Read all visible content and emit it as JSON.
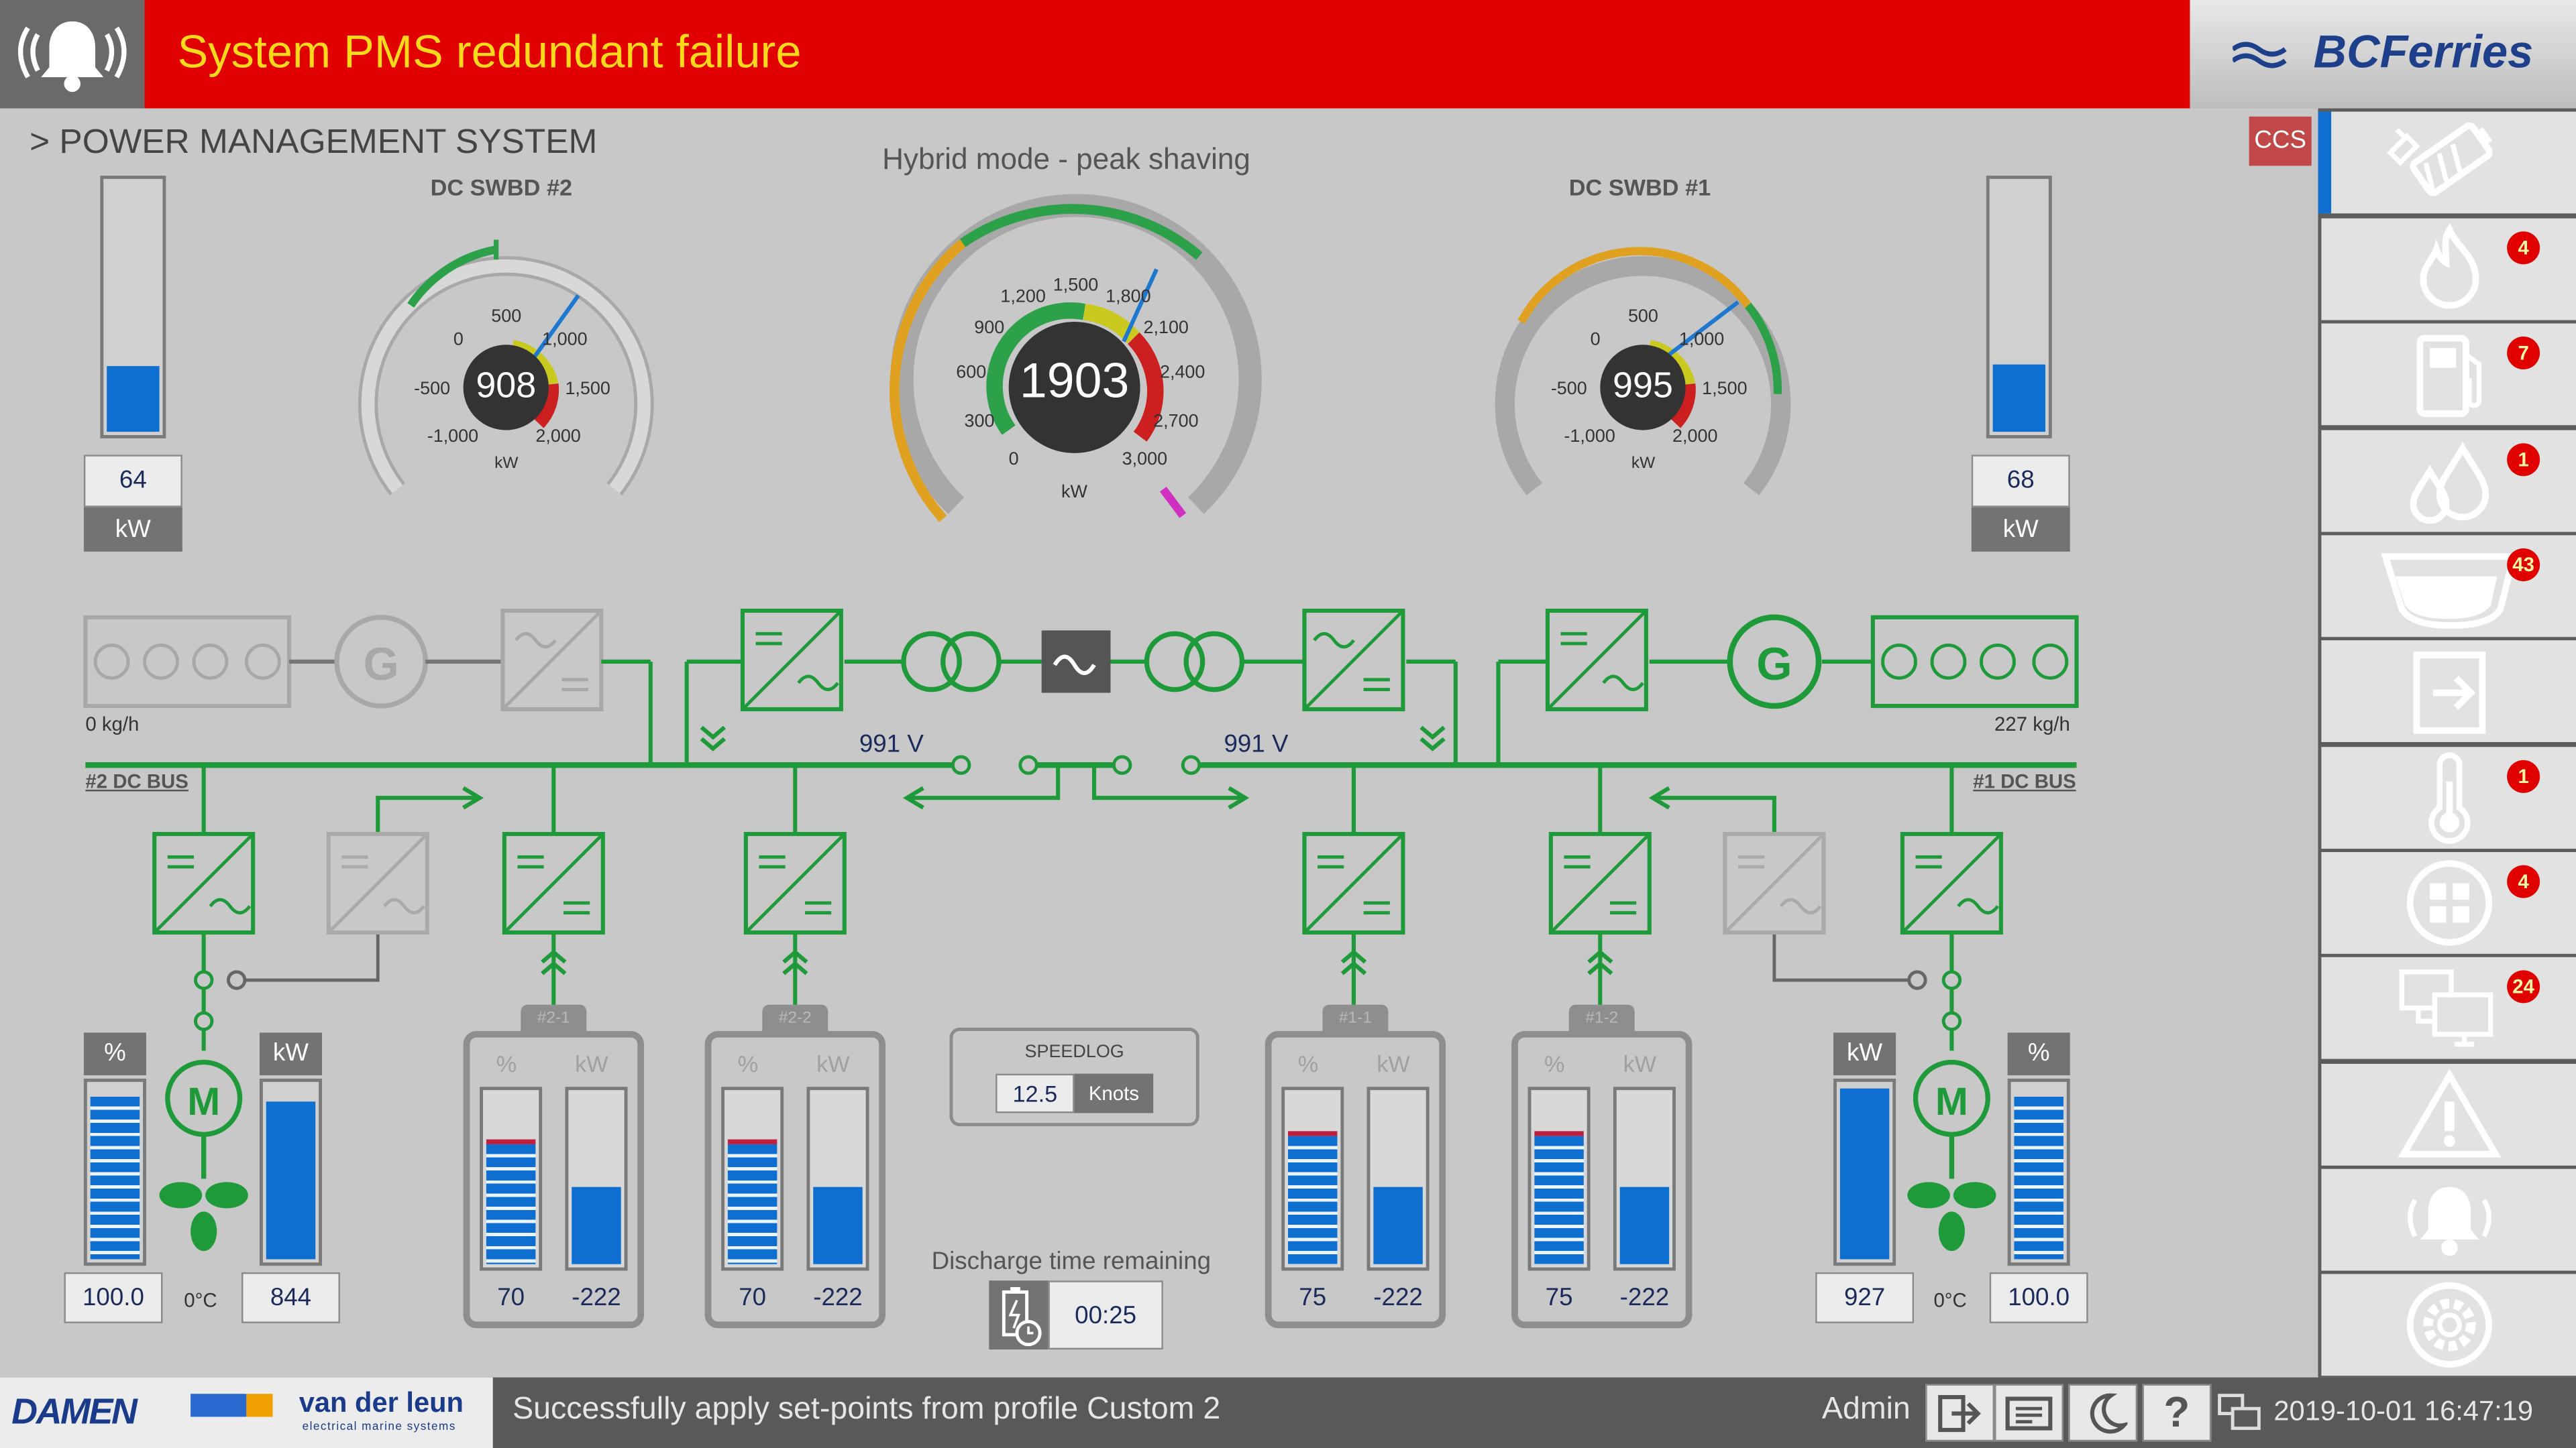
{
  "header": {
    "alarm_message": "System PMS redundant failure",
    "brand": "BCFerries",
    "breadcrumb": "> POWER MANAGEMENT SYSTEM",
    "mode": "Hybrid mode - peak shaving",
    "ccs_label": "CCS"
  },
  "gauges": {
    "swbd2": {
      "title": "DC SWBD #2",
      "value": "908",
      "unit": "kW",
      "ticks": [
        "-1,000",
        "-500",
        "0",
        "500",
        "1,000",
        "1,500",
        "2,000"
      ]
    },
    "main": {
      "value": "1903",
      "unit": "kW",
      "ticks": [
        "0",
        "300",
        "600",
        "900",
        "1,200",
        "1,500",
        "1,800",
        "2,100",
        "2,400",
        "2,700",
        "3,000"
      ]
    },
    "swbd1": {
      "title": "DC SWBD #1",
      "value": "995",
      "unit": "kW",
      "ticks": [
        "-1,000",
        "-500",
        "0",
        "500",
        "1,000",
        "1,500",
        "2,000"
      ]
    }
  },
  "fuel_bars": {
    "left": {
      "value": "64",
      "unit": "kW",
      "fill": 0.26
    },
    "right": {
      "value": "68",
      "unit": "kW",
      "fill": 0.27
    }
  },
  "diagram": {
    "fuel_left": "0 kg/h",
    "fuel_right": "227 kg/h",
    "bus2_label": "#2 DC BUS",
    "bus1_label": "#1 DC BUS",
    "voltage_left": "991 V",
    "voltage_right": "991 V"
  },
  "propulsion": {
    "left": {
      "pct_label": "%",
      "kw_label": "kW",
      "pct_value": "100.0",
      "kw_value": "844",
      "temp": "0°C",
      "pct_fill": 0.93,
      "kw_fill": 0.91
    },
    "right": {
      "pct_label": "%",
      "kw_label": "kW",
      "pct_value": "100.0",
      "kw_value": "927",
      "temp": "0°C",
      "pct_fill": 0.93,
      "kw_fill": 0.98
    }
  },
  "batteries": [
    {
      "id": "#2-1",
      "pct_label": "%",
      "kw_label": "kW",
      "pct": "70",
      "kw": "-222",
      "soc_fill": 0.7,
      "kw_fill": 0.45
    },
    {
      "id": "#2-2",
      "pct_label": "%",
      "kw_label": "kW",
      "pct": "70",
      "kw": "-222",
      "soc_fill": 0.7,
      "kw_fill": 0.45
    },
    {
      "id": "#1-1",
      "pct_label": "%",
      "kw_label": "kW",
      "pct": "75",
      "kw": "-222",
      "soc_fill": 0.75,
      "kw_fill": 0.45
    },
    {
      "id": "#1-2",
      "pct_label": "%",
      "kw_label": "kW",
      "pct": "75",
      "kw": "-222",
      "soc_fill": 0.75,
      "kw_fill": 0.45
    }
  ],
  "speedlog": {
    "title": "SPEEDLOG",
    "value": "12.5",
    "unit": "Knots"
  },
  "discharge": {
    "label": "Discharge time remaining",
    "value": "00:25"
  },
  "sidebar": {
    "badges": {
      "fire": "4",
      "fuel": "7",
      "water": "1",
      "tank": "43",
      "temperature": "1",
      "switchboard": "4",
      "network": "24"
    }
  },
  "footer": {
    "damen": "DAMEN",
    "vanderleun": "van der leun",
    "vanderleun_sub": "electrical marine systems",
    "status": "Successfully apply set-points from profile Custom 2",
    "user": "Admin",
    "datetime": "2019-10-01 16:47:19"
  },
  "colors": {
    "green": "#1f9a3a",
    "blue": "#0f6fd0",
    "red": "#e00000",
    "gray": "#b8b8b8"
  }
}
